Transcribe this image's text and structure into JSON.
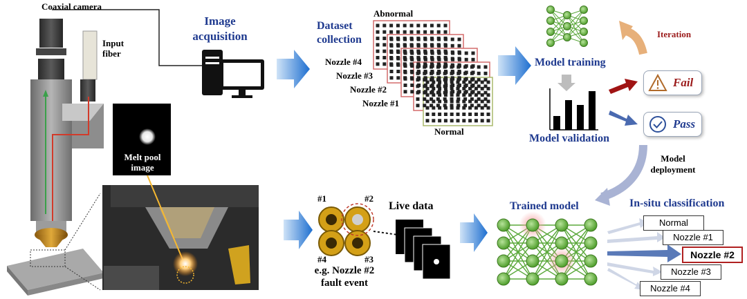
{
  "hardware": {
    "coaxial_camera": "Coaxial camera",
    "input_fiber": "Input\nfiber",
    "melt_pool_image": "Melt pool\nimage"
  },
  "acquisition": {
    "title": "Image\nacquisition"
  },
  "dataset": {
    "title": "Dataset\ncollection",
    "abnormal": "Abnormal",
    "normal": "Normal",
    "nozzles": [
      "Nozzle #4",
      "Nozzle #3",
      "Nozzle #2",
      "Nozzle #1"
    ]
  },
  "training": {
    "model_training": "Model training",
    "model_validation": "Model validation",
    "iteration": "Iteration",
    "fail": "Fail",
    "pass": "Pass",
    "model_deployment": "Model\ndeployment"
  },
  "live": {
    "nozzle_labels": [
      "#1",
      "#2",
      "#4",
      "#3"
    ],
    "event": "e.g. Nozzle #2\nfault event",
    "live_data": "Live data"
  },
  "trained": {
    "title": "Trained model"
  },
  "classification": {
    "title": "In-situ classification",
    "results": [
      "Normal",
      "Nozzle #1",
      "Nozzle #2",
      "Nozzle #3",
      "Nozzle #4"
    ],
    "selected": "Nozzle #2"
  }
}
